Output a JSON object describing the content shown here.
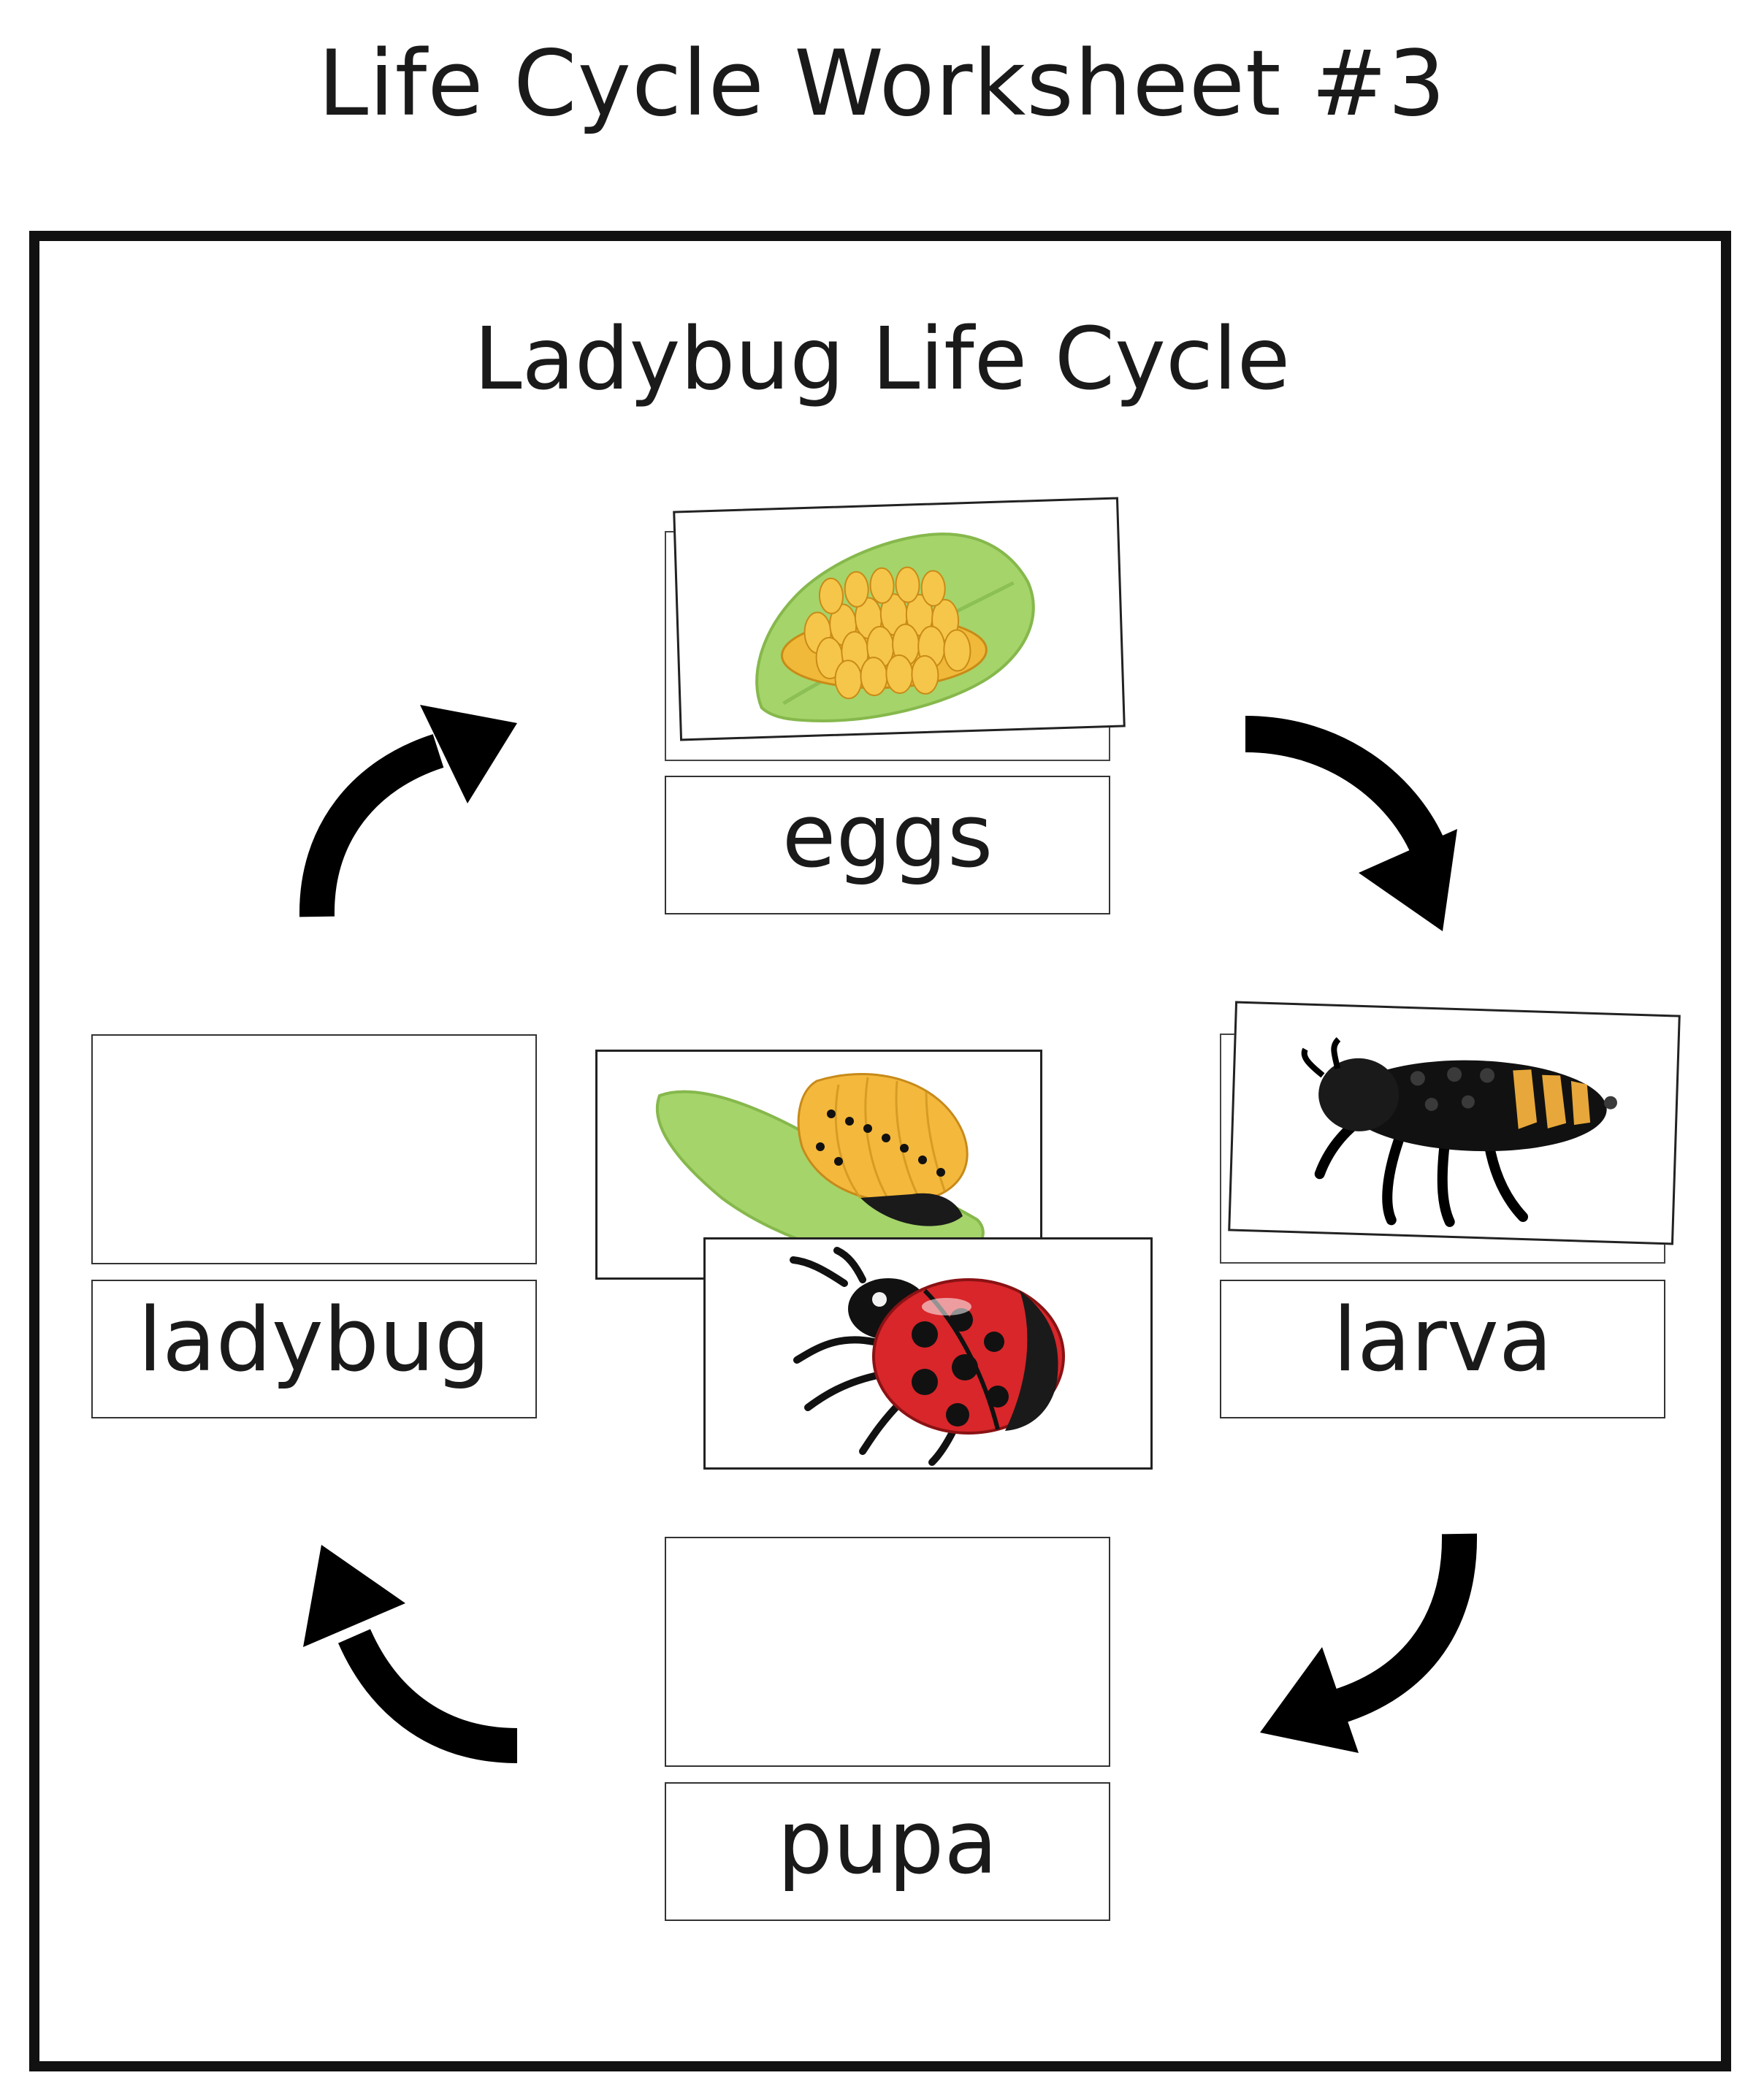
{
  "worksheet": {
    "title": "Life Cycle Worksheet #3"
  },
  "diagram": {
    "title": "Ladybug Life Cycle",
    "stages": [
      {
        "label": "eggs"
      },
      {
        "label": "larva"
      },
      {
        "label": "pupa"
      },
      {
        "label": "ladybug"
      }
    ]
  },
  "images": [
    {
      "icon": "egg-cluster-on-leaf-icon"
    },
    {
      "icon": "larva-icon"
    },
    {
      "icon": "pupa-on-leaf-icon"
    },
    {
      "icon": "ladybug-icon"
    }
  ],
  "colors": {
    "leaf": "#9ccf5c",
    "egg": "#f0b93a",
    "ladybug_red": "#d8262a",
    "arrow": "#000000"
  }
}
